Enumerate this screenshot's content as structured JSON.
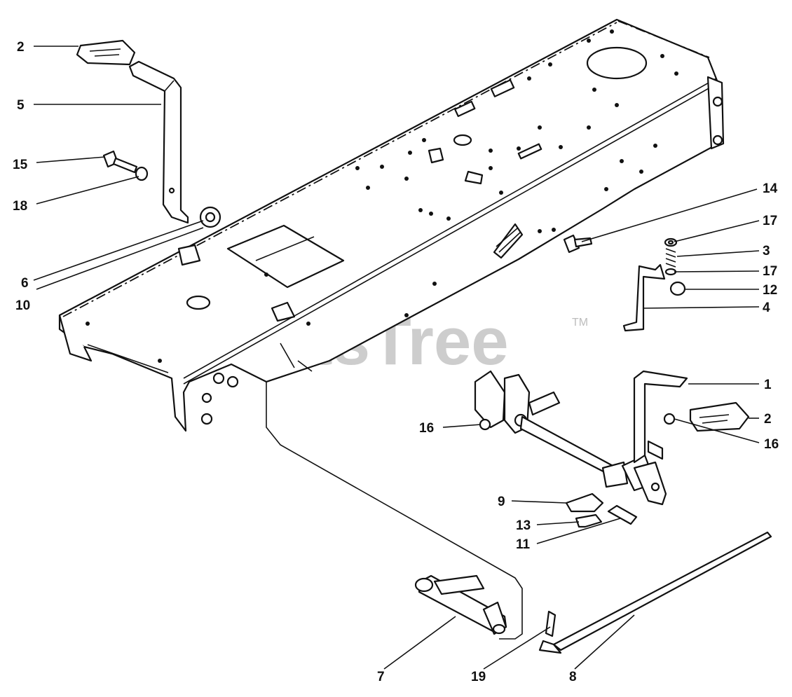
{
  "watermark": {
    "text": "PartsTree",
    "trademark": "TM"
  },
  "callouts": [
    {
      "id": "c-2-top",
      "label": "2"
    },
    {
      "id": "c-5",
      "label": "5"
    },
    {
      "id": "c-15",
      "label": "15"
    },
    {
      "id": "c-18",
      "label": "18"
    },
    {
      "id": "c-6",
      "label": "6"
    },
    {
      "id": "c-10",
      "label": "10"
    },
    {
      "id": "c-14",
      "label": "14"
    },
    {
      "id": "c-17-top",
      "label": "17"
    },
    {
      "id": "c-3",
      "label": "3"
    },
    {
      "id": "c-17-bottom",
      "label": "17"
    },
    {
      "id": "c-12",
      "label": "12"
    },
    {
      "id": "c-4",
      "label": "4"
    },
    {
      "id": "c-1",
      "label": "1"
    },
    {
      "id": "c-2-right",
      "label": "2"
    },
    {
      "id": "c-16-left",
      "label": "16"
    },
    {
      "id": "c-16-right",
      "label": "16"
    },
    {
      "id": "c-9",
      "label": "9"
    },
    {
      "id": "c-13",
      "label": "13"
    },
    {
      "id": "c-11",
      "label": "11"
    },
    {
      "id": "c-7",
      "label": "7"
    },
    {
      "id": "c-19",
      "label": "19"
    },
    {
      "id": "c-8",
      "label": "8"
    }
  ]
}
